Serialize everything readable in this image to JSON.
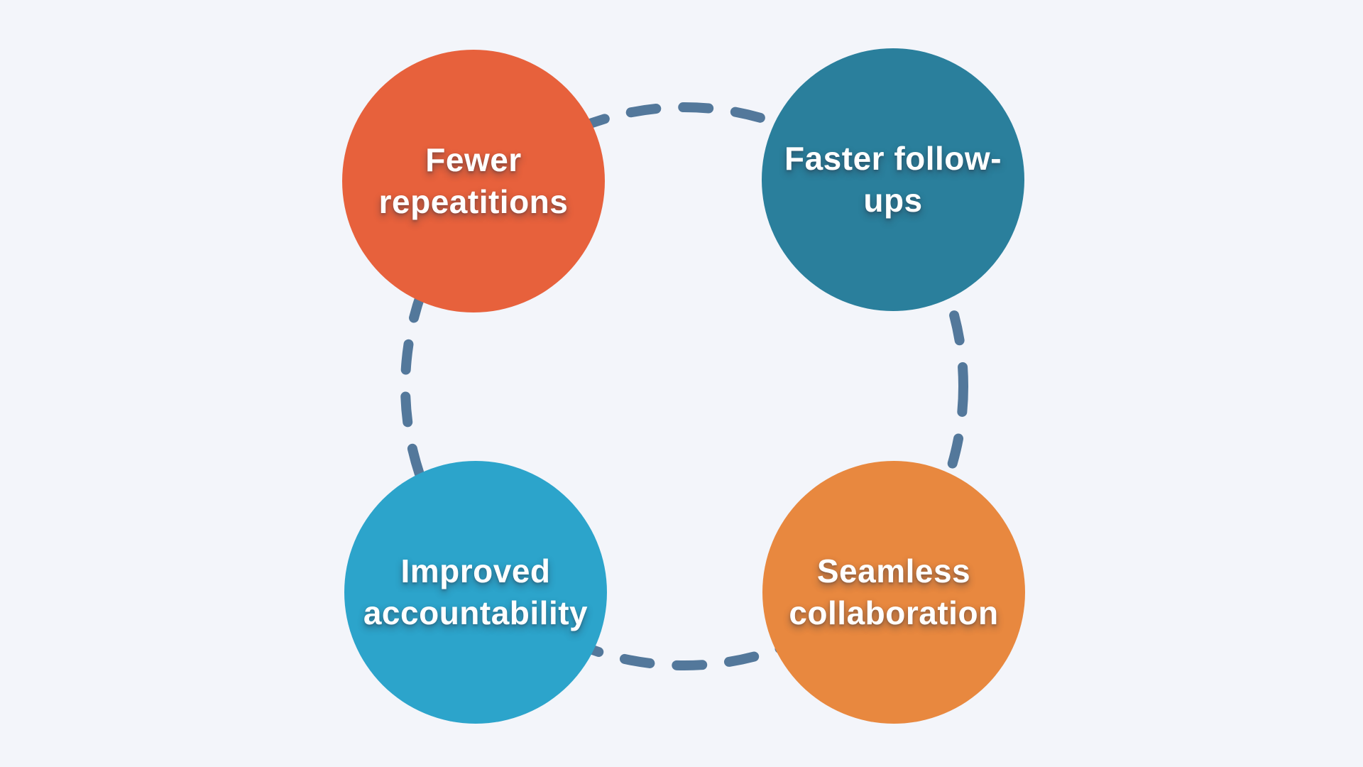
{
  "diagram": {
    "background_color": "#F3F5FA",
    "connector": {
      "shape": "circle",
      "style": "dashed",
      "color": "#53789B"
    },
    "nodes": [
      {
        "id": "fewer-repetitions",
        "label": "Fewer\nrepeatitions",
        "color": "#E7613C",
        "position": "top-left"
      },
      {
        "id": "faster-follow-ups",
        "label": "Faster follow-\nups",
        "color": "#2A7F9C",
        "position": "top-right"
      },
      {
        "id": "improved-accountability",
        "label": "Improved\naccountability",
        "color": "#2CA4CB",
        "position": "bottom-left"
      },
      {
        "id": "seamless-collaboration",
        "label": "Seamless\ncollaboration",
        "color": "#E8883F",
        "position": "bottom-right"
      }
    ]
  }
}
